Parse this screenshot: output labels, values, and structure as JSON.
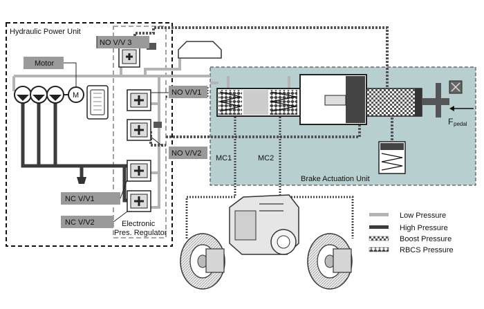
{
  "labels": {
    "hydraulic_power_unit": "Hydraulic Power Unit",
    "brake_actuation_unit": "Brake Actuation Unit",
    "electronic_pres_regulator_line1": "Electronic",
    "electronic_pres_regulator_line2": "Pres. Regulator",
    "motor": "Motor",
    "motor_symbol": "M",
    "no_vv3": "NO V/V 3",
    "no_vv1": "NO V/V1",
    "no_vv2": "NO V/V2",
    "nc_vv1": "NC V/V1",
    "nc_vv2": "NC V/V2",
    "mc1": "MC1",
    "mc2": "MC2",
    "f_pedal": "F",
    "f_pedal_sub": "pedal"
  },
  "legend": [
    {
      "label": "Low Pressure",
      "style": "low"
    },
    {
      "label": "High Pressure",
      "style": "high"
    },
    {
      "label": "Boost Pressure",
      "style": "boost"
    },
    {
      "label": "RBCS Pressure",
      "style": "rbcs"
    }
  ],
  "colors": {
    "low_pressure": "#b4b4b4",
    "high_pressure": "#3c3c3c",
    "actuation_bg": "#b7cfcf",
    "tag_bg": "#9a9a9a"
  }
}
